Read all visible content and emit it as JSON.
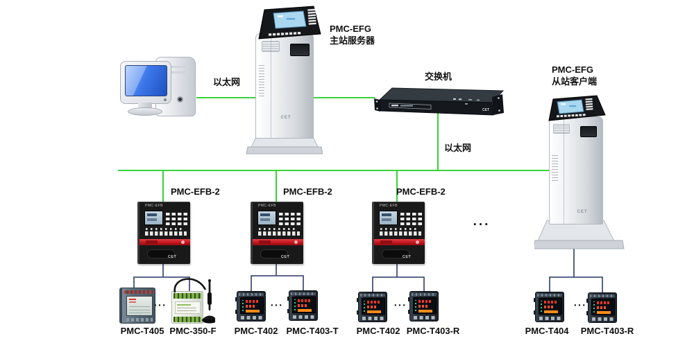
{
  "colors": {
    "ethernet_green": "#38d338",
    "serial_blue": "#44517a",
    "label_black": "#101010",
    "stripe_red": "#c4161d",
    "lcd_blue": "#a9d7ef"
  },
  "labels": {
    "server_line1": "PMC-EFG",
    "server_line2": "主站服务器",
    "switch": "交换机",
    "client_line1": "PMC-EFG",
    "client_line2": "从站客户端",
    "ethernet_pc": "以太网",
    "ethernet_switch": "以太网",
    "dots": "..."
  },
  "panels": [
    {
      "label": "PMC-EFB-2",
      "header": "PMC-EFB"
    },
    {
      "label": "PMC-EFB-2",
      "header": "PMC-EFB"
    },
    {
      "label": "PMC-EFB-2",
      "header": "PMC-EFB"
    }
  ],
  "meters": [
    {
      "label": "PMC-T405"
    },
    {
      "label": "PMC-350-F"
    },
    {
      "label": "PMC-T402"
    },
    {
      "label": "PMC-T403-T"
    },
    {
      "label": "PMC-T402"
    },
    {
      "label": "PMC-T403-R"
    },
    {
      "label": "PMC-T404"
    },
    {
      "label": "PMC-T403-R"
    }
  ],
  "brand": "CET"
}
